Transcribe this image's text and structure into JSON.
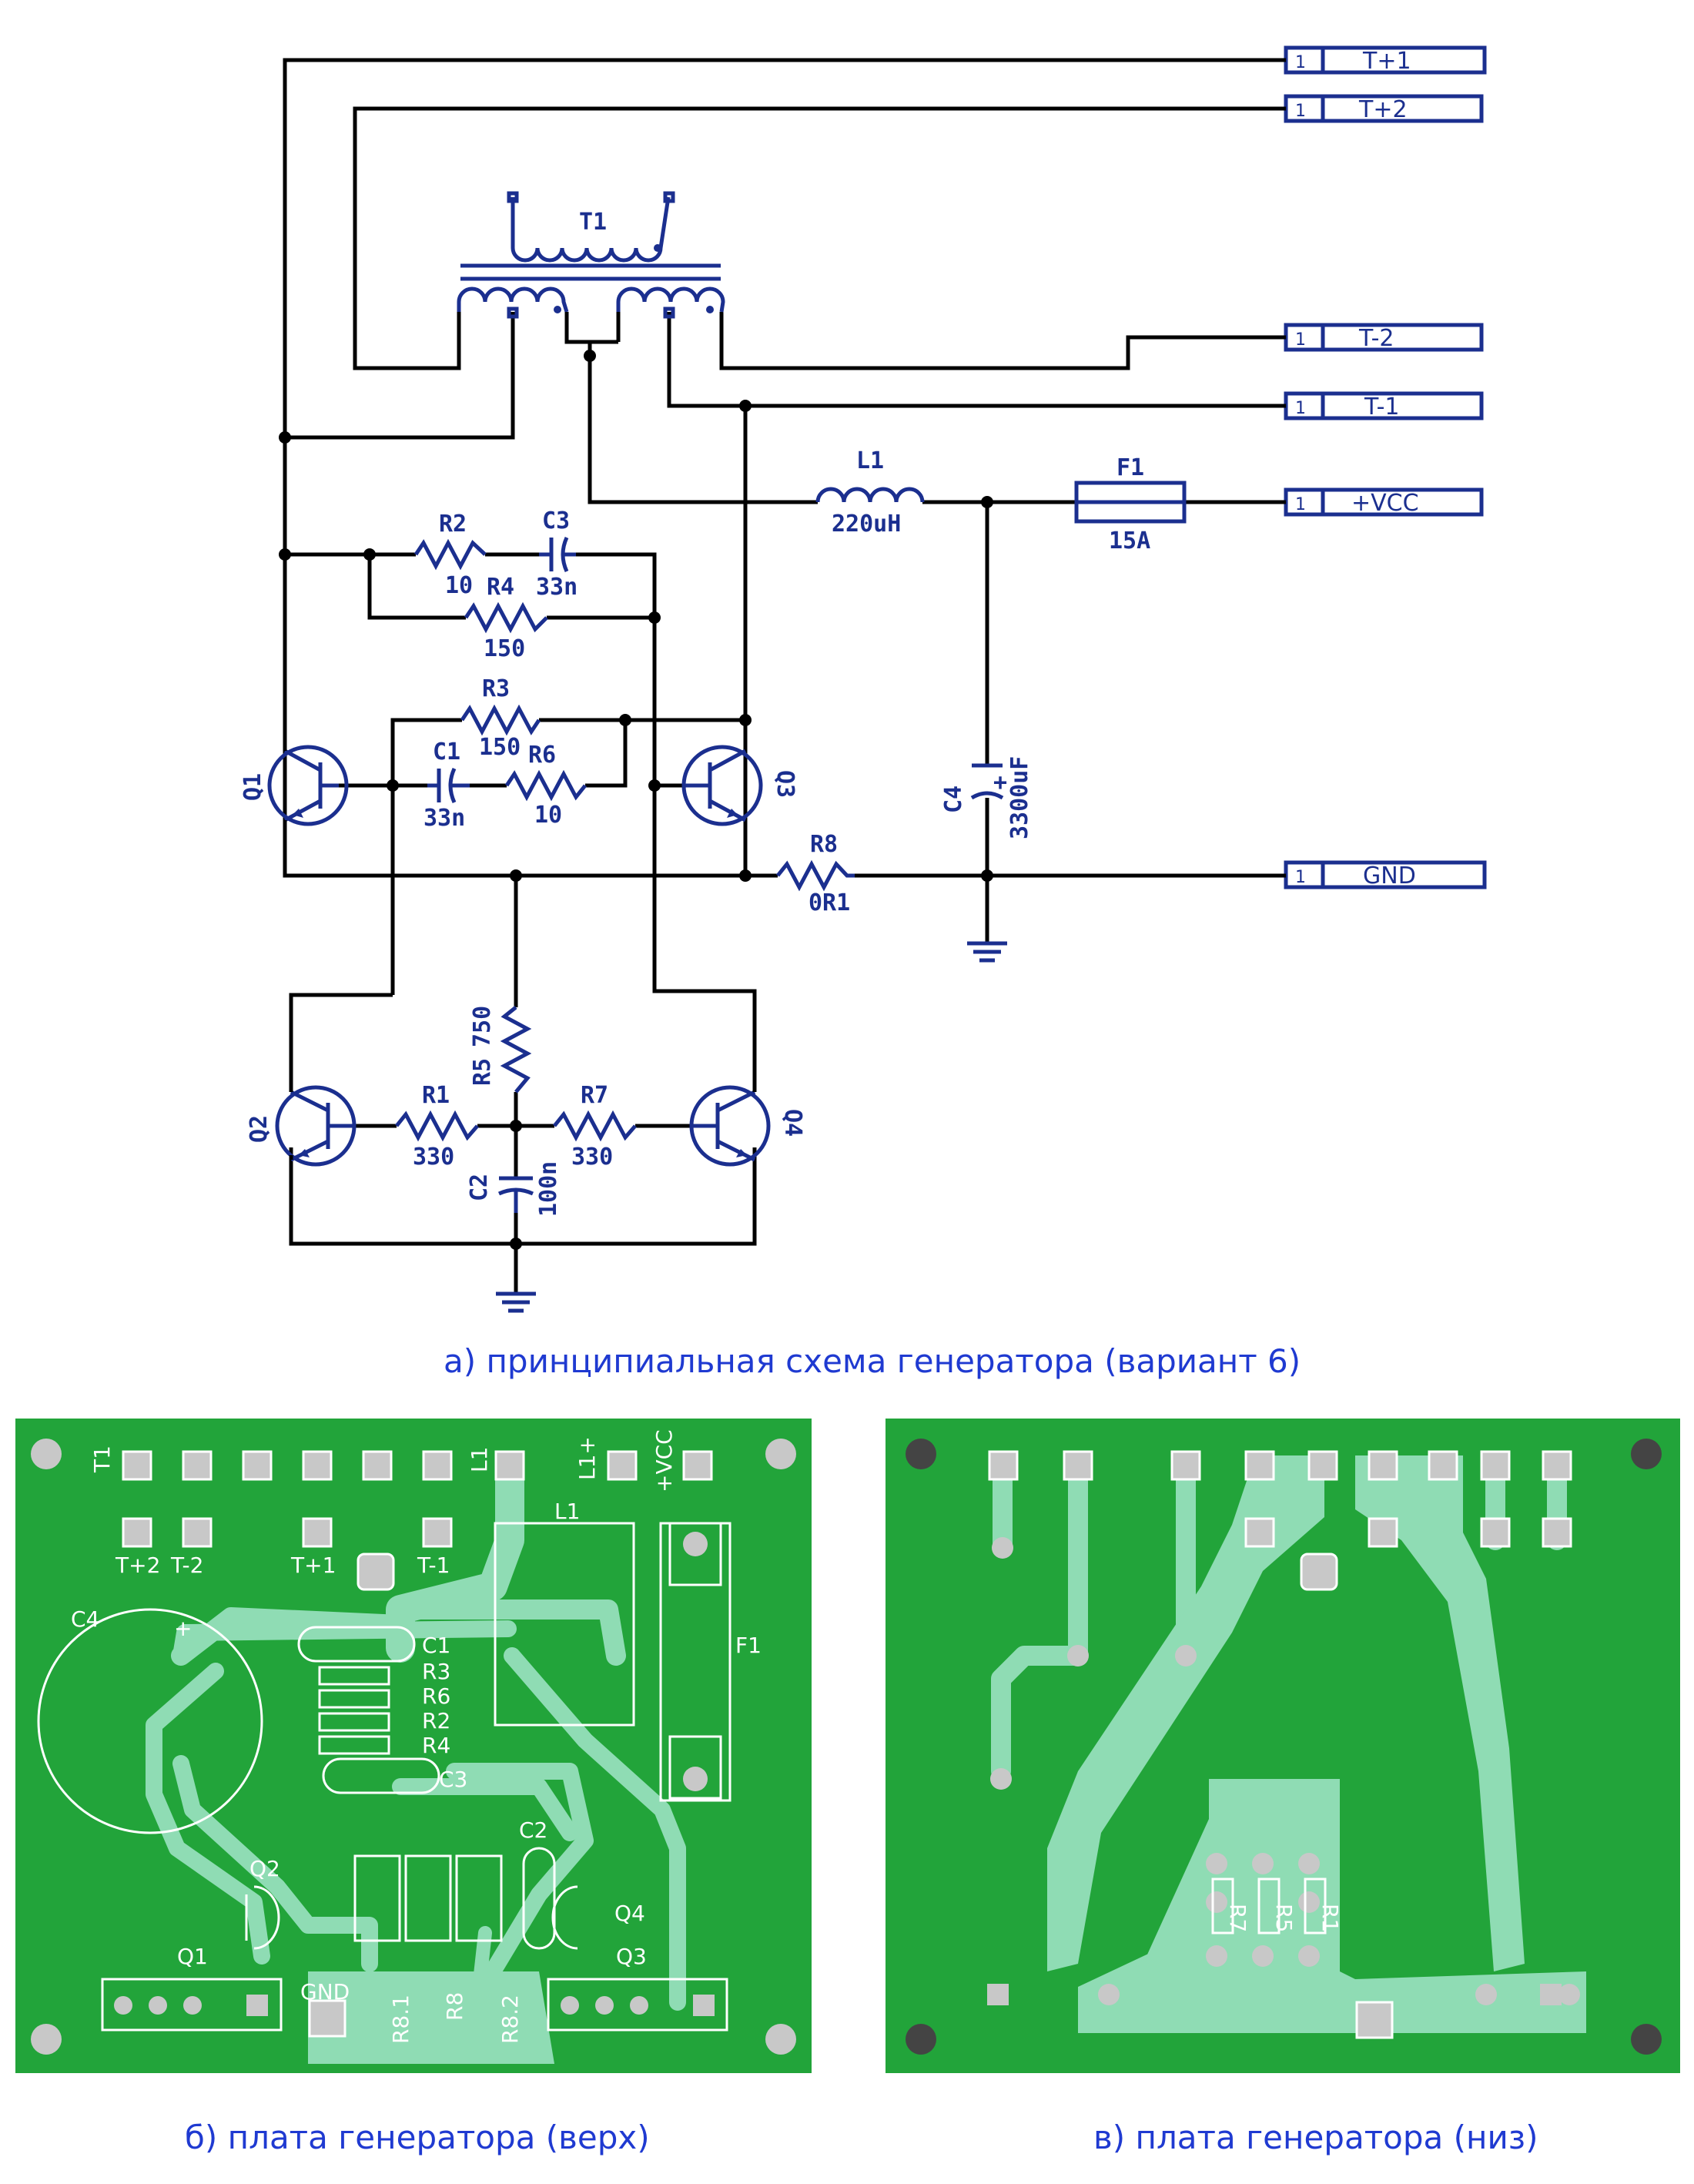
{
  "connectors": [
    {
      "pin": "1",
      "label": "T+1"
    },
    {
      "pin": "1",
      "label": "T+2"
    },
    {
      "pin": "1",
      "label": "T-2"
    },
    {
      "pin": "1",
      "label": "T-1"
    },
    {
      "pin": "1",
      "label": "+VCC"
    },
    {
      "pin": "1",
      "label": "GND"
    }
  ],
  "components": {
    "T1": "T1",
    "L1": {
      "ref": "L1",
      "value": "220uH"
    },
    "F1": {
      "ref": "F1",
      "value": "15A"
    },
    "R2": {
      "ref": "R2",
      "value": "10"
    },
    "C3": {
      "ref": "C3",
      "value": "33n"
    },
    "R4": {
      "ref": "R4",
      "value": "150"
    },
    "R3": {
      "ref": "R3",
      "value": "150"
    },
    "C1": {
      "ref": "C1",
      "value": "33n"
    },
    "R6": {
      "ref": "R6",
      "value": "10"
    },
    "R8": {
      "ref": "R8",
      "value": "0R1"
    },
    "C4": {
      "ref": "C4",
      "value": "3300uF"
    },
    "R5": {
      "ref": "R5",
      "value": "750"
    },
    "R1": {
      "ref": "R1",
      "value": "330"
    },
    "R7": {
      "ref": "R7",
      "value": "330"
    },
    "C2": {
      "ref": "C2",
      "value": "100n"
    },
    "Q1": "Q1",
    "Q2": "Q2",
    "Q3": "Q3",
    "Q4": "Q4"
  },
  "captions": {
    "a": "а) принципиальная схема генератора (вариант 6)",
    "b": "б) плата генератора (верх)",
    "c": "в) плата генератора (низ)"
  },
  "board_top_labels": {
    "T1": "T1",
    "L1": "L1",
    "L1plus": "L1+",
    "VCC": "+VCC",
    "Tp2": "T+2",
    "Tm2": "T-2",
    "Tp1": "T+1",
    "Tm1": "T-1",
    "C4": "C4",
    "C4plus": "+",
    "L1body": "L1",
    "F1": "F1",
    "C1": "C1",
    "R3": "R3",
    "R6": "R6",
    "R2": "R2",
    "R4": "R4",
    "C3": "C3",
    "C2": "C2",
    "Q2": "Q2",
    "Q4": "Q4",
    "Q1": "Q1",
    "Q3": "Q3",
    "GND": "GND",
    "R81": "R8.1",
    "R8": "R8",
    "R82": "R8.2"
  },
  "board_bottom_labels": {
    "R7": "R7",
    "R5": "R5",
    "R1": "R1"
  },
  "colors": {
    "wire": "#000000",
    "component": "#1b2f8f",
    "caption": "#1f3ad1",
    "pcb": "#22a43a",
    "trace": "#8fdcb4"
  }
}
